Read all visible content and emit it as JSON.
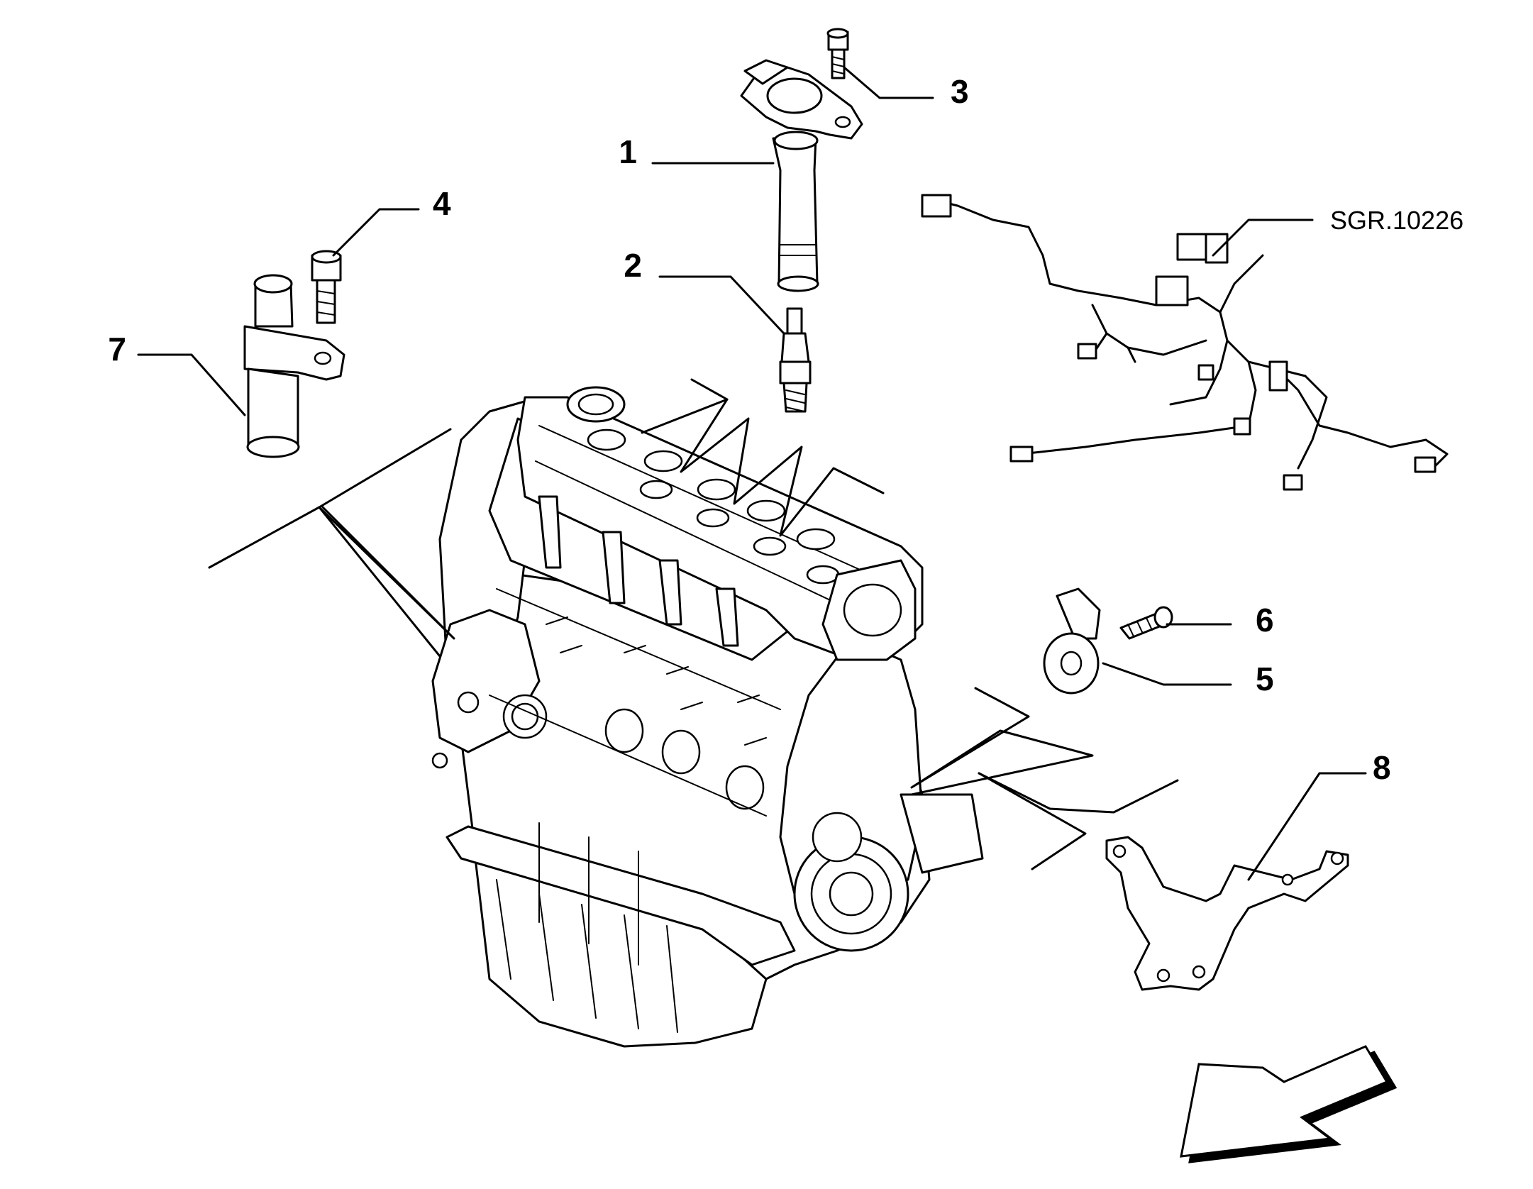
{
  "diagram": {
    "reference_code": "SGR.10226",
    "callouts": [
      {
        "id": "1",
        "label": "1"
      },
      {
        "id": "2",
        "label": "2"
      },
      {
        "id": "3",
        "label": "3"
      },
      {
        "id": "4",
        "label": "4"
      },
      {
        "id": "5",
        "label": "5"
      },
      {
        "id": "6",
        "label": "6"
      },
      {
        "id": "7",
        "label": "7"
      },
      {
        "id": "8",
        "label": "8"
      }
    ],
    "icons": {
      "direction_arrow": "front-direction-arrow-icon"
    },
    "colors": {
      "line": "#000000",
      "background": "#ffffff"
    }
  }
}
